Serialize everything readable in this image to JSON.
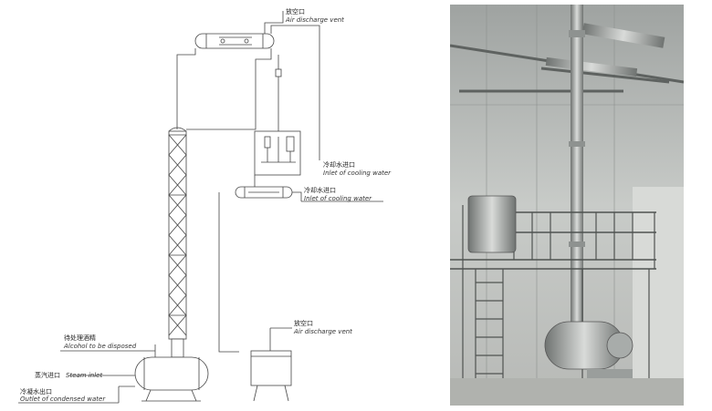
{
  "diagram": {
    "labels": {
      "air_vent_top": {
        "cn": "放空口",
        "en": "Air discharge vent"
      },
      "cooling_water_1": {
        "cn": "冷却水进口",
        "en": "Inlet of cooling water"
      },
      "cooling_water_2": {
        "cn": "冷却水进口",
        "en": "Inlet of cooling water"
      },
      "air_vent_bottom": {
        "cn": "放空口",
        "en": "Air discharge vent"
      },
      "alcohol": {
        "cn": "待处理酒精",
        "en": "Alcohol to be disposed"
      },
      "steam": {
        "cn": "蒸汽进口",
        "en": "Steam inlet"
      },
      "condensed": {
        "cn": "冷凝水出口",
        "en": "Outlet of condensed water"
      }
    }
  },
  "photo": {
    "name": "alcohol-recovery-tower-photo"
  },
  "colors": {
    "line": "#444444",
    "photo_wall": "#c9ccc8",
    "photo_floor": "#b8bab6",
    "steel": "#8e9290"
  }
}
